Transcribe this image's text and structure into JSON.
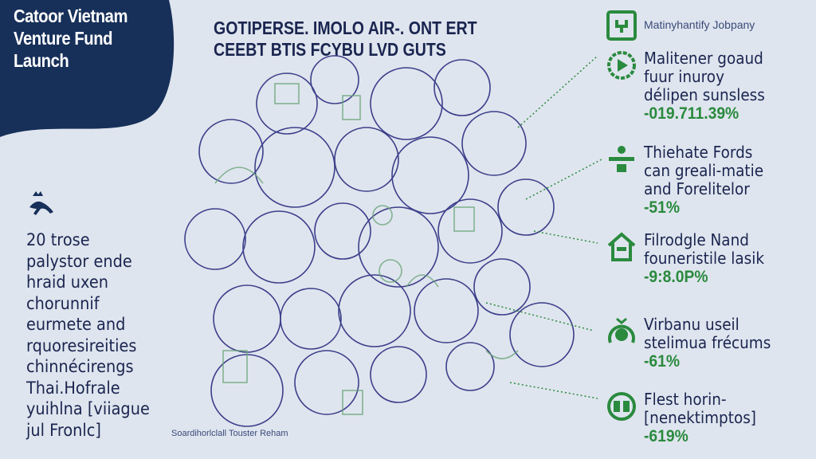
{
  "title": {
    "line1": "Catoor Vietnam",
    "line2": "Venture Fund",
    "line3": "Launch"
  },
  "header": {
    "line1": "GOTIPERSE. IMOLO AIR-. ONT ERT",
    "line2": "CEEBT BTIS FCYBU LVD GUTS"
  },
  "left": {
    "lines": [
      "20 trose",
      "palystor ende",
      "hraid uxen",
      "chorunnif",
      "eurmete and",
      "rquoresireities",
      "chinnécirengs",
      "Thai.Hofrale",
      "yuihlna [viiague",
      "jul Fronlc]"
    ]
  },
  "credit": "Soardihorlclall Touster Reham",
  "right": {
    "company": "Matinyhantify Jobpany",
    "items": [
      {
        "lines": [
          "Malitener goaud",
          "fuur inuroy",
          "délipen sunsless"
        ],
        "pct": "-019.711.39%",
        "icon": "gear-play-icon"
      },
      {
        "lines": [
          "Thiehate Fords",
          "can greali-matie",
          "and Forelitelor"
        ],
        "pct": "-51%",
        "icon": "person-pipe-icon"
      },
      {
        "lines": [
          "Filrodgle Nand",
          "founeristile lasik"
        ],
        "pct": "-9:8.0P%",
        "icon": "house-icon"
      },
      {
        "lines": [
          "Virbanu useil",
          "stelimua frécums"
        ],
        "pct": "-61%",
        "icon": "money-bag-icon"
      },
      {
        "lines": [
          "Flest horin-",
          "[nenektimptos]"
        ],
        "pct": "-619%",
        "icon": "devices-icon"
      }
    ]
  },
  "colors": {
    "navy": "#17305a",
    "green": "#2a8a3e",
    "bg": "#dfe5ee"
  }
}
